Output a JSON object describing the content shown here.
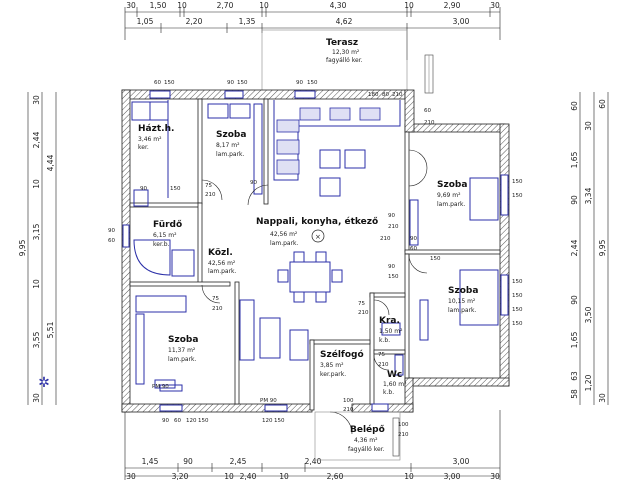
{
  "top_dims_row1": [
    "30",
    "1,50",
    "10",
    "2,70",
    "10",
    "4,30",
    "10",
    "2,90",
    "30"
  ],
  "top_dims_row2": [
    "1,05",
    "2,20",
    "1,35",
    "4,62",
    "3,00"
  ],
  "bottom_dims_row1": [
    "1,45",
    "90",
    "2,45",
    "2,40",
    "3,00"
  ],
  "bottom_dims_row2": [
    "30",
    "3,20",
    "10",
    "2,40",
    "10",
    "2,60",
    "10",
    "3,00",
    "30"
  ],
  "left_dims_outer": [
    "9,95"
  ],
  "left_dims_mid": [
    "30",
    "2,44",
    "10",
    "3,15",
    "10",
    "3,55",
    "30"
  ],
  "left_dims_inner": [
    "4,44",
    "5,51"
  ],
  "right_dims_inner": [
    "60",
    "1,65",
    "90",
    "2,44",
    "90",
    "1,65",
    "63",
    "58"
  ],
  "right_dims_mid": [
    "30",
    "3,34",
    "3,50",
    "1,20"
  ],
  "right_dims_outer": [
    "60",
    "9,95",
    "30"
  ],
  "rooms": {
    "terasz": {
      "name": "Terasz",
      "area": "12,30 m²",
      "floor": "fagyálló ker."
    },
    "hazt": {
      "name": "Házt.h.",
      "area": "3,46 m²",
      "floor": "ker."
    },
    "szoba1": {
      "name": "Szoba",
      "area": "8,17 m²",
      "floor": "lam.park."
    },
    "nappali": {
      "name": "Nappali, konyha, étkező",
      "area": "42,56 m²",
      "floor": "lam.park."
    },
    "szoba2": {
      "name": "Szoba",
      "area": "9,69 m²",
      "floor": "lam.park."
    },
    "furdo": {
      "name": "Fürdő",
      "area": "6,15 m²",
      "floor": "ker.b."
    },
    "kozl": {
      "name": "Közl.",
      "area": "42,56 m²",
      "floor": "lam.park."
    },
    "szoba3": {
      "name": "Szoba",
      "area": "10,15 m²",
      "floor": "lam.park."
    },
    "kra": {
      "name": "Kra.",
      "area": "1,50 m²",
      "floor": "k.b."
    },
    "szoba4": {
      "name": "Szoba",
      "area": "11,37 m²",
      "floor": "lam.park."
    },
    "szelfogo": {
      "name": "Szélfogó",
      "area": "3,85 m²",
      "floor": "ker.park."
    },
    "wc": {
      "name": "Wc",
      "area": "1,60 m²",
      "floor": "k.b."
    },
    "belepo": {
      "name": "Belépő",
      "area": "4,36 m²",
      "floor": "fagyálló ker."
    }
  },
  "door_labels": {
    "d75a": "75",
    "d210a": "210",
    "d90": "90",
    "d210b": "210",
    "d75b": "75",
    "d210c": "210",
    "d75c": "75",
    "d210d": "210",
    "d60": "60",
    "d90b": "90",
    "d210e": "210",
    "d75d": "75",
    "d210f": "210",
    "d100": "100",
    "d210g": "210"
  },
  "window_labels": [
    "60",
    "150",
    "90",
    "150",
    "90",
    "150",
    "180",
    "80",
    "210",
    "60",
    "210",
    "150",
    "150",
    "150",
    "150",
    "150",
    "150",
    "90",
    "60",
    "90",
    "60",
    "120",
    "150",
    "120",
    "150",
    "90",
    "150",
    "90",
    "150",
    "90",
    "150",
    "100",
    "210"
  ],
  "window_tag": "PM 90"
}
